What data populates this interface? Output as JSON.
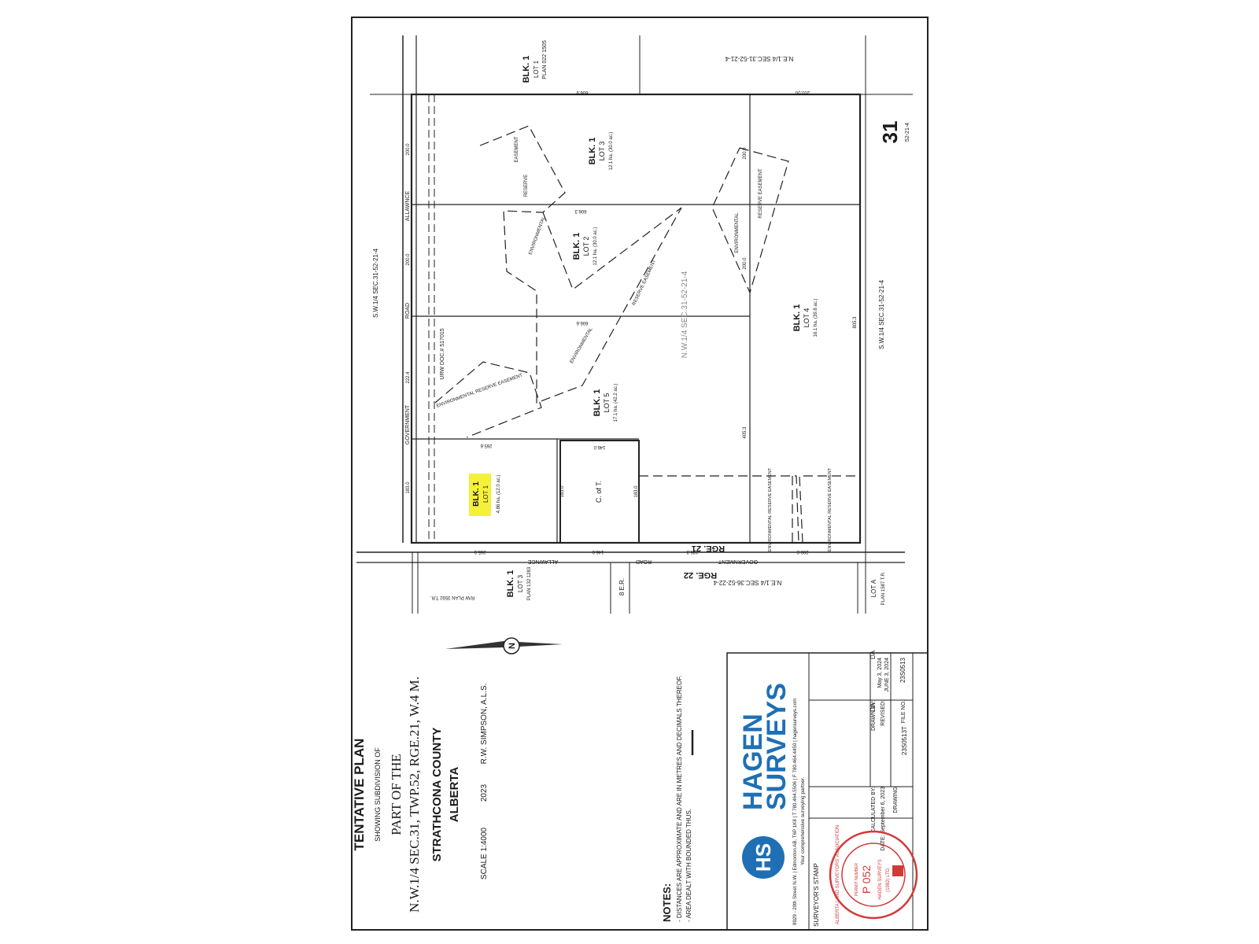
{
  "plan": {
    "title": "TENTATIVE PLAN",
    "subtitle": "SHOWING SUBDIVISION OF",
    "part_of": "PART OF THE",
    "legal": "N.W.1/4 SEC.31, TWP.52, RGE.21, W.4 M.",
    "county": "STRATHCONA COUNTY",
    "province": "ALBERTA",
    "scale": "SCALE 1:4000",
    "year": "2023",
    "surveyor": "R.W. SIMPSON, A.L.S."
  },
  "notes": {
    "heading": "NOTES:",
    "line1": "- DISTANCES ARE APPROXIMATE AND ARE IN METRES AND DECIMALS THEREOF.",
    "line2": "- AREA DEALT WITH BOUNDED THUS."
  },
  "company": {
    "name_line1": "HAGEN",
    "name_line2": "SURVEYS",
    "address": "8929 - 20th Street N.W. | Edmonton AB, T6P 1K8 | T 780.464.5506 | F 780.464.4450 | hagensurveys.com",
    "tagline": "Your comprehensive surveying partner.",
    "stamp_label": "SURVEYOR'S STAMP"
  },
  "title_block": {
    "calculated_label": "CALCULATED BY:",
    "calculated_value": "DA",
    "drawn_label": "DRAWN BY:",
    "drawn_value": "DA",
    "date_label": "DATE: September 6, 2023",
    "revised_label": "REVISED:",
    "revised_1": "May 3, 2024",
    "revised_2": "JUNE 3, 2024",
    "drawing_label": "DRAWING",
    "drawing_value": "23S0513T",
    "file_label": "FILE NO.",
    "file_value": "23S0513"
  },
  "stamp": {
    "ring_text": "ALBERTA LAND SURVEYORS' ASSOCIATION",
    "permit_label": "PERMIT NUMBER",
    "permit": "P 052",
    "holder": "HAGEN SURVEYS",
    "holder_suffix": "(1982) LTD."
  },
  "map": {
    "section_number": "31",
    "section_sub": "52-21-4",
    "ne_quarter": "N.E.1/4 SEC.31-52-21-4",
    "sw_quarter_left": "S.W.1/4 SEC.31-52-21-4",
    "sw_quarter_right": "S.W.1/4 SEC.31-52-21-4",
    "nw_quarter": "N.W.1/4 SEC.31-52-21-4",
    "ne36": "N.E.1/4 SEC.36-52-22-4",
    "rge21": "RGE. 21",
    "rge22": "RGE. 22",
    "road_allowance_top": [
      "GOVERNMENT",
      "ROAD",
      "ALLAWNCE"
    ],
    "road_allowance_bottom": [
      "ALLAWNCE",
      "ROAD",
      "GOVERNMENT"
    ],
    "urw": "URW DOC.# 517015",
    "rw_plan": "R/W PLAN 3592 T.R.",
    "ser": "8 E.R.",
    "c_of_t": "C. of T.",
    "lot_a": "LOT A",
    "lot_a_plan": "PLAN 1587 T.R.",
    "ext_blk1_lot1": {
      "blk": "BLK. 1",
      "lot": "LOT 1",
      "plan": "PLAN 022 1505"
    },
    "ext_blk1_lot3": {
      "blk": "BLK. 1",
      "lot": "LOT 3",
      "plan": "PLAN 132 1283"
    },
    "lots": [
      {
        "blk": "BLK. 1",
        "lot": "LOT 3",
        "area": "12.1 ha. (30.0 ac.)"
      },
      {
        "blk": "BLK. 1",
        "lot": "LOT 2",
        "area": "12.1 ha. (30.0 ac.)"
      },
      {
        "blk": "BLK. 1",
        "lot": "LOT 5",
        "area": "17.1 ha. (42.2 ac.)"
      },
      {
        "blk": "BLK. 1",
        "lot": "LOT 4",
        "area": "16.1 ha. (39.8 ac.)"
      },
      {
        "blk": "BLK. 1",
        "lot": "LOT 1",
        "area": "4.86 ha. (12.0 ac.)"
      }
    ],
    "easements": {
      "env": "ENVIRONMENTAL",
      "reserve": "RESERVE",
      "easement": "EASEMENT",
      "reserve_easement": "RESERVE EASEMENT",
      "env_reserve_easement": "ENVIRONMENTAL RESERVE EASEMENT"
    },
    "dims": {
      "top_606_9": "606.9",
      "top_200_00": "200.00",
      "d200_0": "200.0",
      "d222_4": "222.4",
      "d183_0": "183.0",
      "d606_3": "606.3",
      "d606_6": "606.6",
      "d265_6": "265.6",
      "d146_0": "146.0",
      "d405_3": "405.3",
      "d805_3": "805.3",
      "d265_0": "265.0",
      "d196_3": "196.3"
    },
    "highlight_color": "#f5f03a"
  }
}
